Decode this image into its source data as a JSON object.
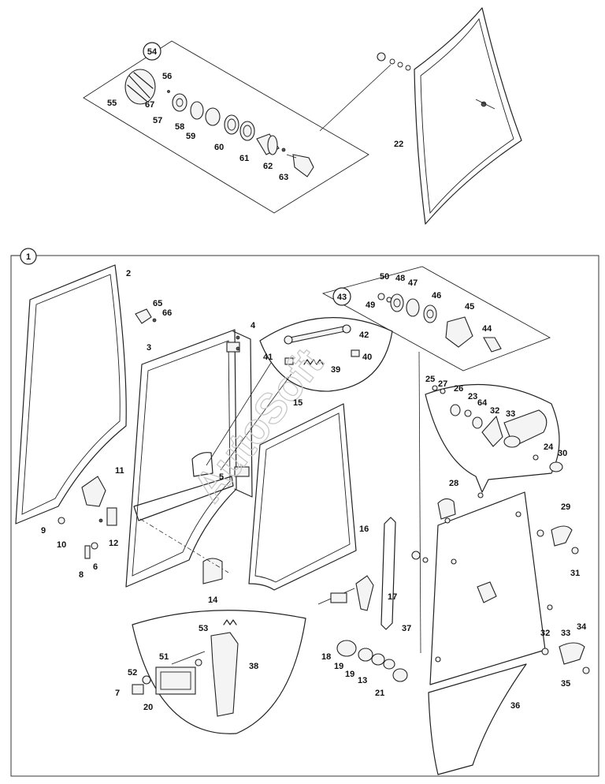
{
  "diagram": {
    "watermark": "AutoSoft",
    "badges": [
      "54",
      "1",
      "43"
    ],
    "part_numbers": [
      "2",
      "3",
      "4",
      "5",
      "6",
      "7",
      "8",
      "9",
      "10",
      "11",
      "12",
      "13",
      "14",
      "15",
      "16",
      "17",
      "18",
      "19",
      "19",
      "20",
      "21",
      "22",
      "23",
      "24",
      "25",
      "26",
      "27",
      "28",
      "29",
      "30",
      "31",
      "32",
      "32",
      "33",
      "33",
      "34",
      "35",
      "36",
      "37",
      "38",
      "39",
      "40",
      "41",
      "42",
      "44",
      "45",
      "46",
      "47",
      "48",
      "49",
      "50",
      "51",
      "52",
      "53",
      "55",
      "56",
      "57",
      "58",
      "59",
      "60",
      "61",
      "62",
      "63",
      "64",
      "65",
      "66",
      "67"
    ]
  }
}
